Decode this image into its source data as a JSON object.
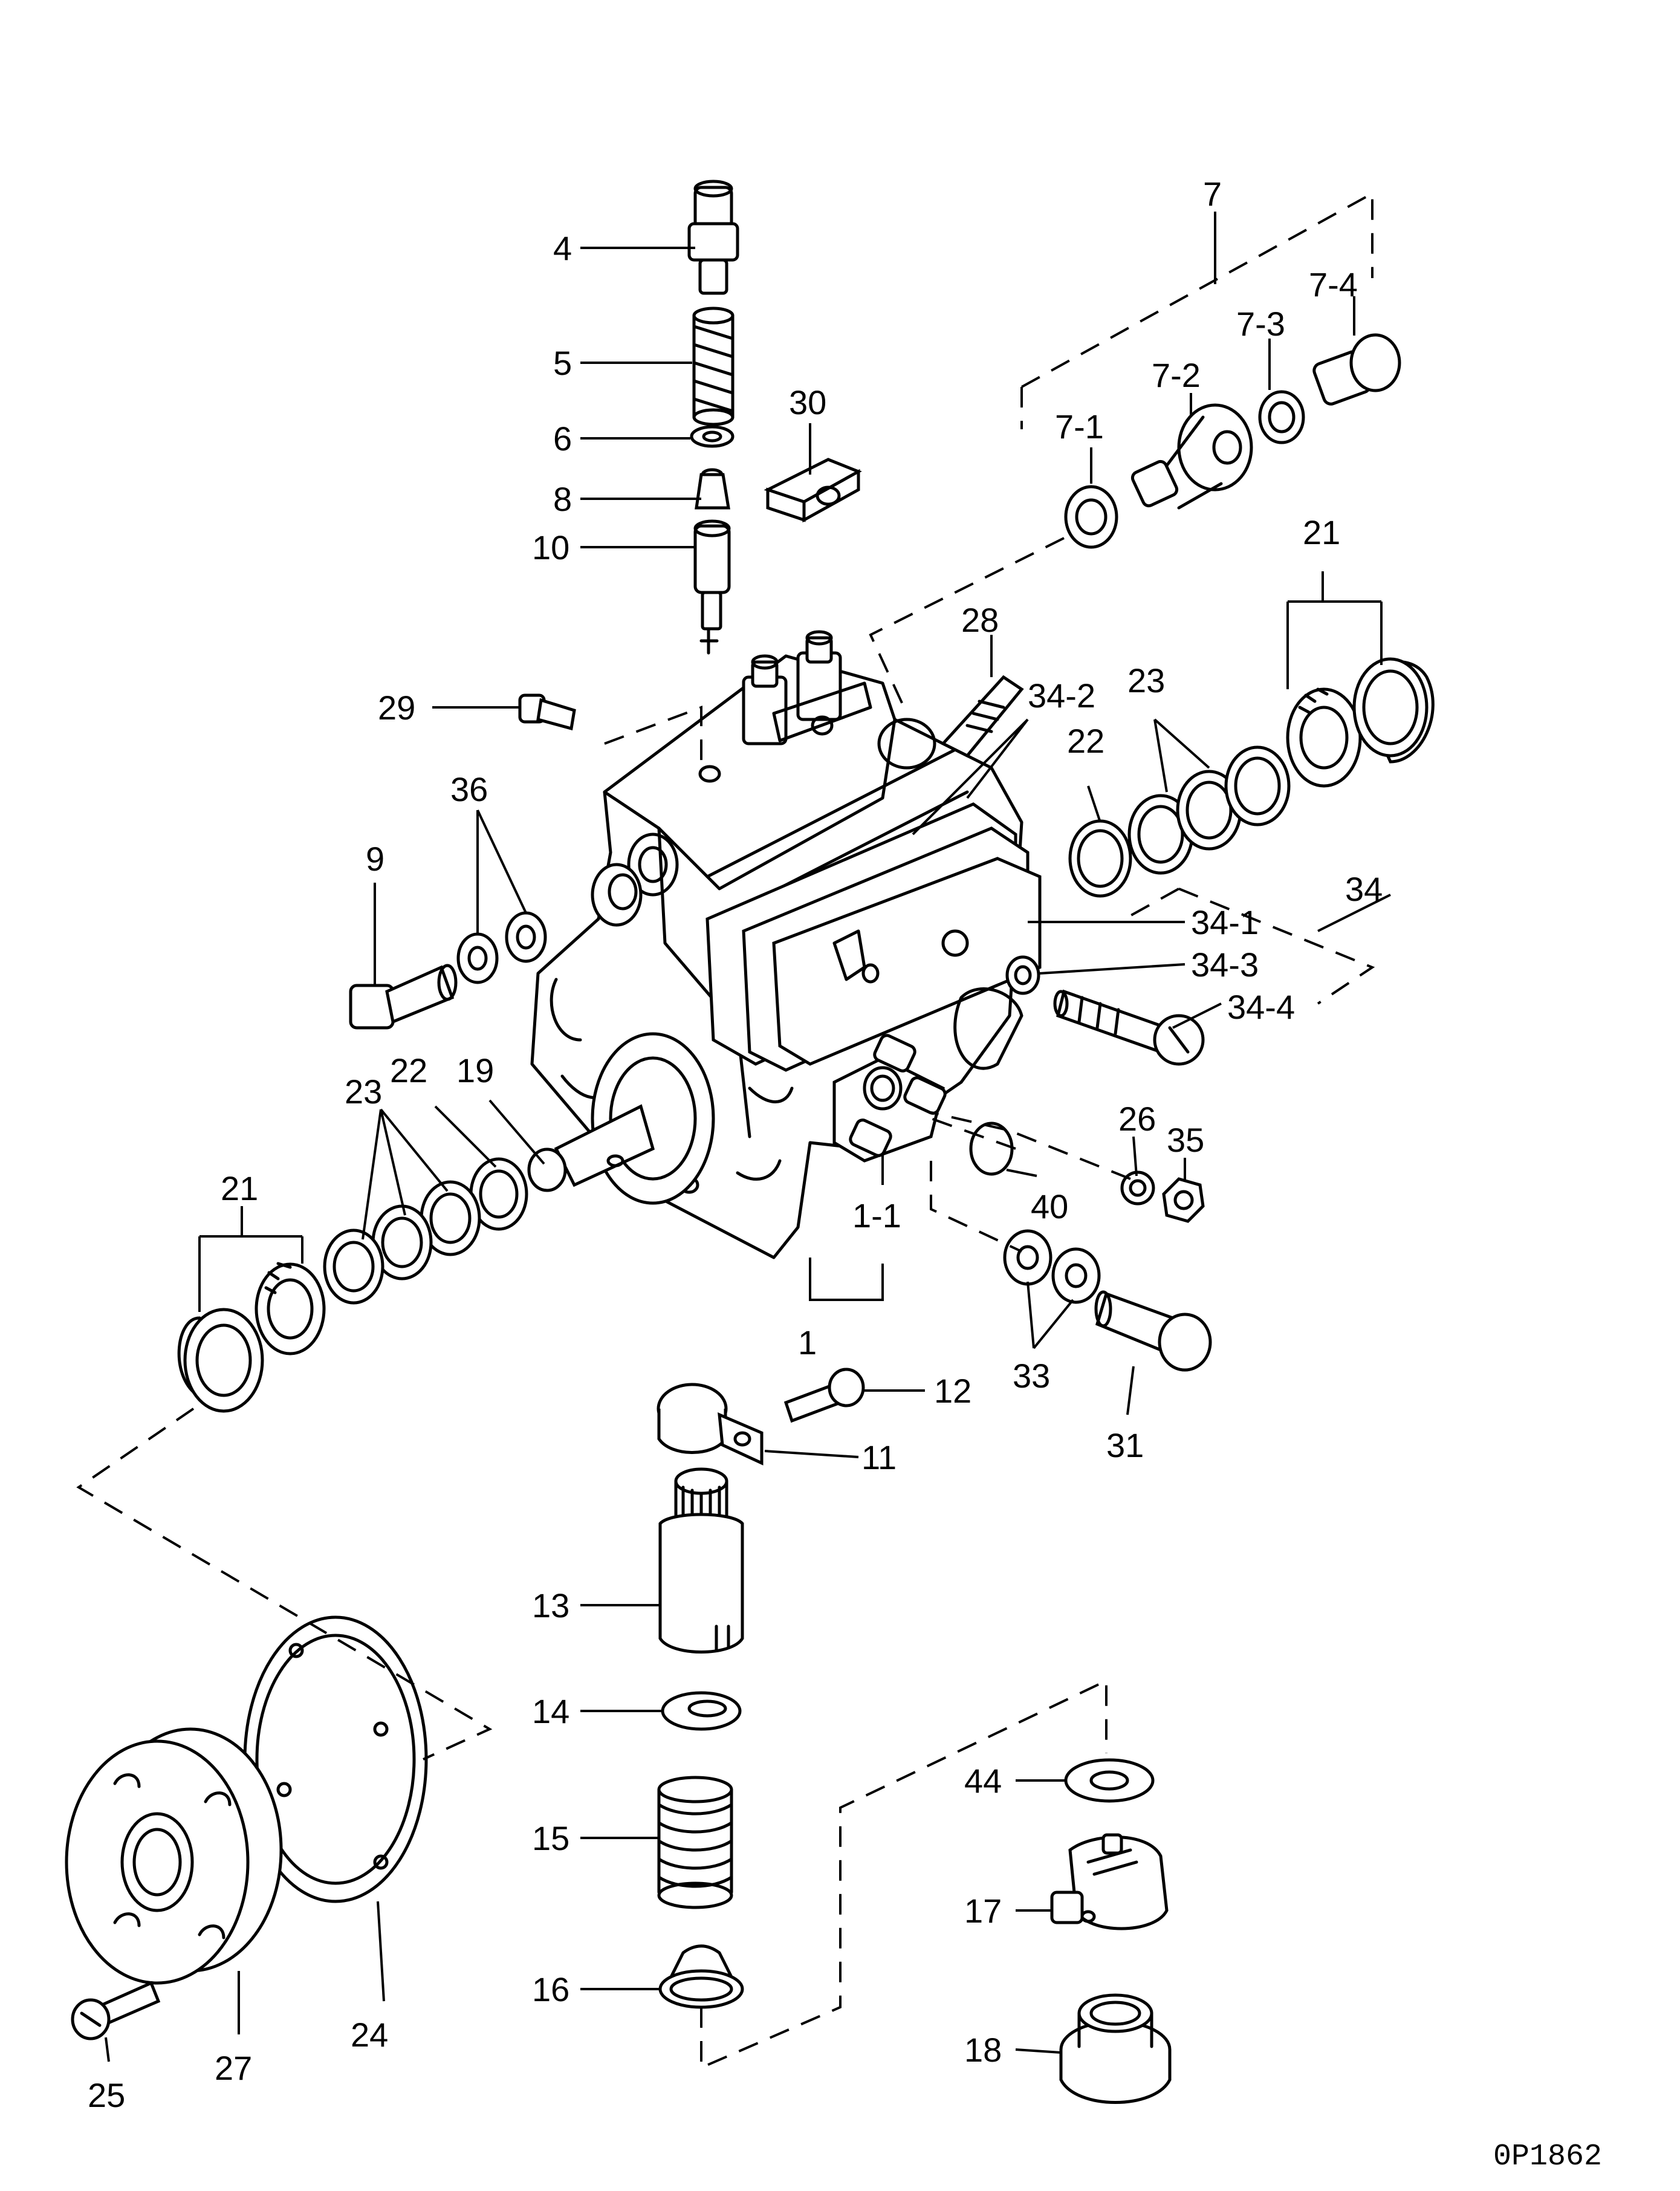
{
  "labels": {
    "l4": "4",
    "l5": "5",
    "l6": "6",
    "l8": "8",
    "l10": "10",
    "l30": "30",
    "l7": "7",
    "l7_1": "7-1",
    "l7_2": "7-2",
    "l7_3": "7-3",
    "l7_4": "7-4",
    "l21a": "21",
    "l28": "28",
    "l29": "29",
    "l34_2": "34-2",
    "l23a": "23",
    "l22a": "22",
    "l36": "36",
    "l9": "9",
    "l34": "34",
    "l34_1": "34-1",
    "l34_3": "34-3",
    "l34_4": "34-4",
    "l23b": "23",
    "l22b": "22",
    "l19": "19",
    "l26": "26",
    "l35": "35",
    "l21b": "21",
    "l40": "40",
    "l1_1": "1-1",
    "l1": "1",
    "l33": "33",
    "l31": "31",
    "l12": "12",
    "l11": "11",
    "l13": "13",
    "l14": "14",
    "l44": "44",
    "l15": "15",
    "l17": "17",
    "l16": "16",
    "l18": "18",
    "l24": "24",
    "l27": "27",
    "l25": "25"
  },
  "drawing_code": "0P1862"
}
